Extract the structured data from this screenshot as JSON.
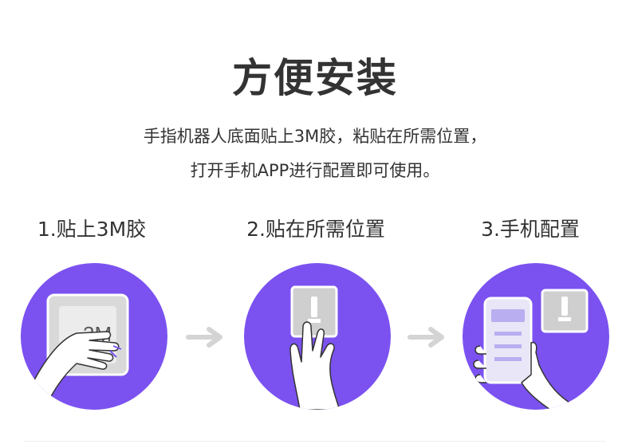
{
  "header": {
    "title": "方便安装",
    "subtitle_line1": "手指机器人底面贴上3M胶，粘贴在所需位置，",
    "subtitle_line2": "打开手机APP进行配置即可使用。"
  },
  "steps": [
    {
      "label": "1.贴上3M胶",
      "badge_text": "3M"
    },
    {
      "label": "2.贴在所需位置"
    },
    {
      "label": "3.手机配置"
    }
  ],
  "colors": {
    "circle": "#7b52f0",
    "arrow": "#d4d4d4",
    "device": "#cfcfcf",
    "text": "#333333"
  },
  "icons": [
    "hand-peel-icon",
    "hand-hold-device-icon",
    "hand-phone-icon",
    "arrow-right-icon"
  ]
}
